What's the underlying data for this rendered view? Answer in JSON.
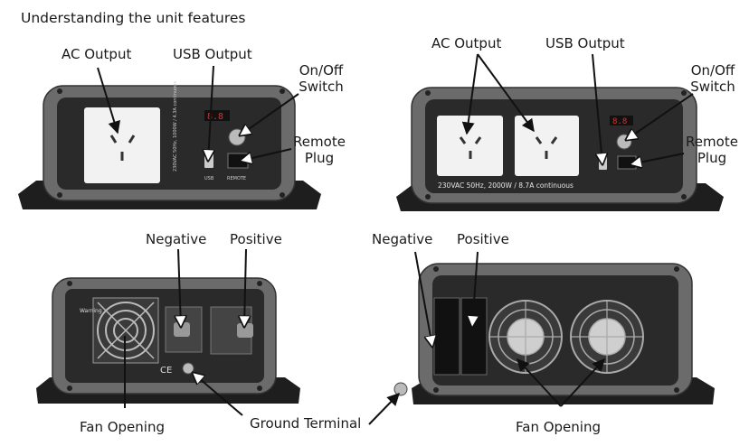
{
  "heading": "Understanding the unit features",
  "labels": {
    "ac_output": "AC Output",
    "usb_output": "USB Output",
    "on_off_switch_line1": "On/Off",
    "on_off_switch_line2": "Switch",
    "remote_plug_line1": "Remote",
    "remote_plug_line2": "Plug",
    "negative": "Negative",
    "positive": "Positive",
    "fan_opening": "Fan Opening",
    "ground_terminal": "Ground Terminal"
  },
  "unit_markings": {
    "small_rating": "230VAC 50Hz, 1000W / 4.3A continuous",
    "large_rating": "230VAC 50Hz, 2000W / 8.7A continuous",
    "usb": "USB",
    "remote": "REMOTE",
    "warning": "Warning",
    "ce": "CE"
  },
  "colors": {
    "text": "#1a1a1a",
    "panel": "#2a2a2a",
    "bezel": "#6b6b6b",
    "outlet": "#f2f2f2",
    "arrow": "#111111"
  }
}
